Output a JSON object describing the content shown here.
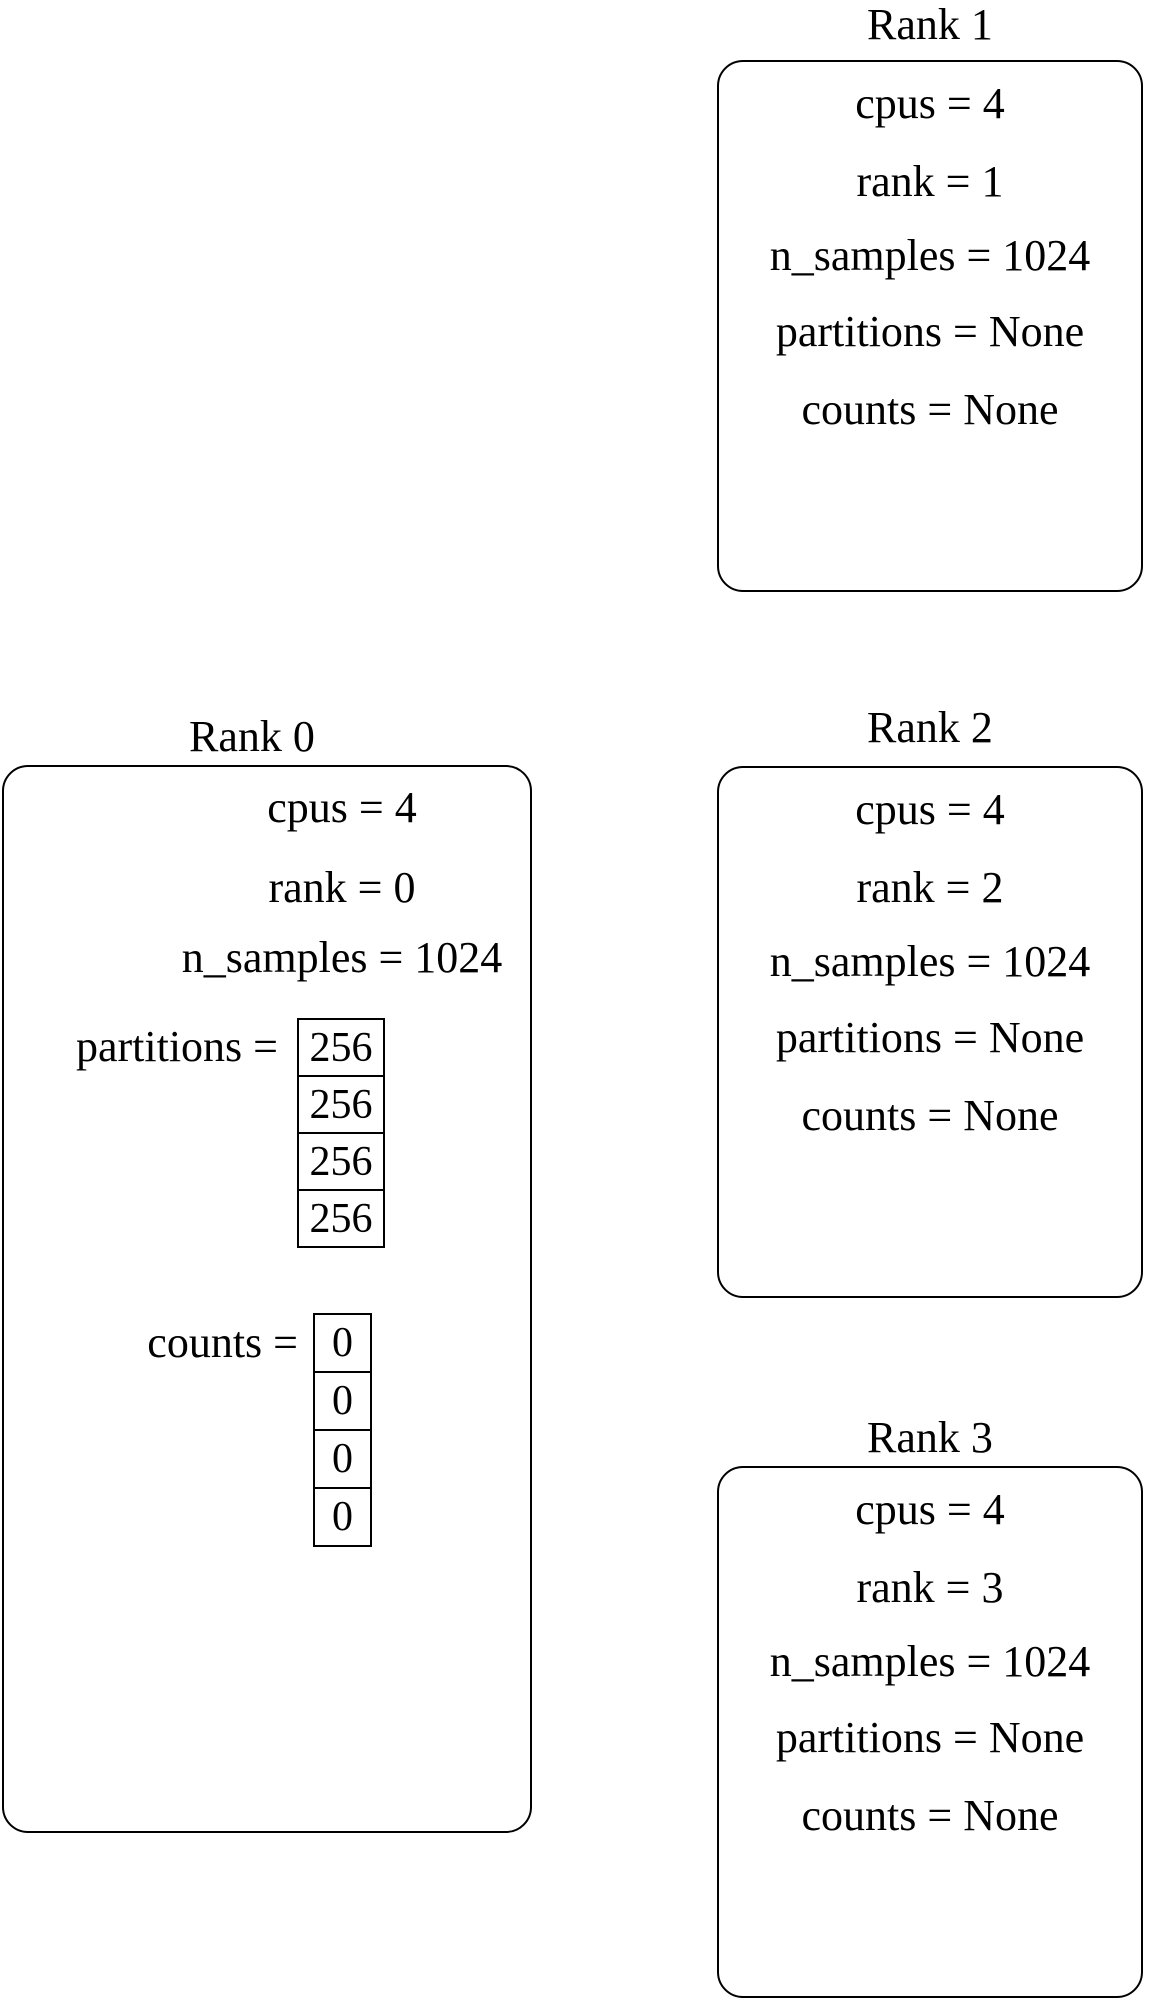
{
  "diagram": {
    "background": "#ffffff",
    "stroke_color": "#000000",
    "text_color": "#000000"
  },
  "ranks": [
    {
      "title": "Rank 0",
      "fields": [
        "cpus = 4",
        "rank = 0",
        "n_samples = 1024"
      ],
      "partitions_label": "partitions =",
      "partitions": [
        "256",
        "256",
        "256",
        "256"
      ],
      "counts_label": "counts =",
      "counts": [
        "0",
        "0",
        "0",
        "0"
      ]
    },
    {
      "title": "Rank 1",
      "fields": [
        "cpus = 4",
        "rank = 1",
        "n_samples = 1024",
        "partitions = None",
        "counts = None"
      ]
    },
    {
      "title": "Rank 2",
      "fields": [
        "cpus = 4",
        "rank = 2",
        "n_samples = 1024",
        "partitions = None",
        "counts = None"
      ]
    },
    {
      "title": "Rank 3",
      "fields": [
        "cpus = 4",
        "rank = 3",
        "n_samples = 1024",
        "partitions = None",
        "counts = None"
      ]
    }
  ]
}
